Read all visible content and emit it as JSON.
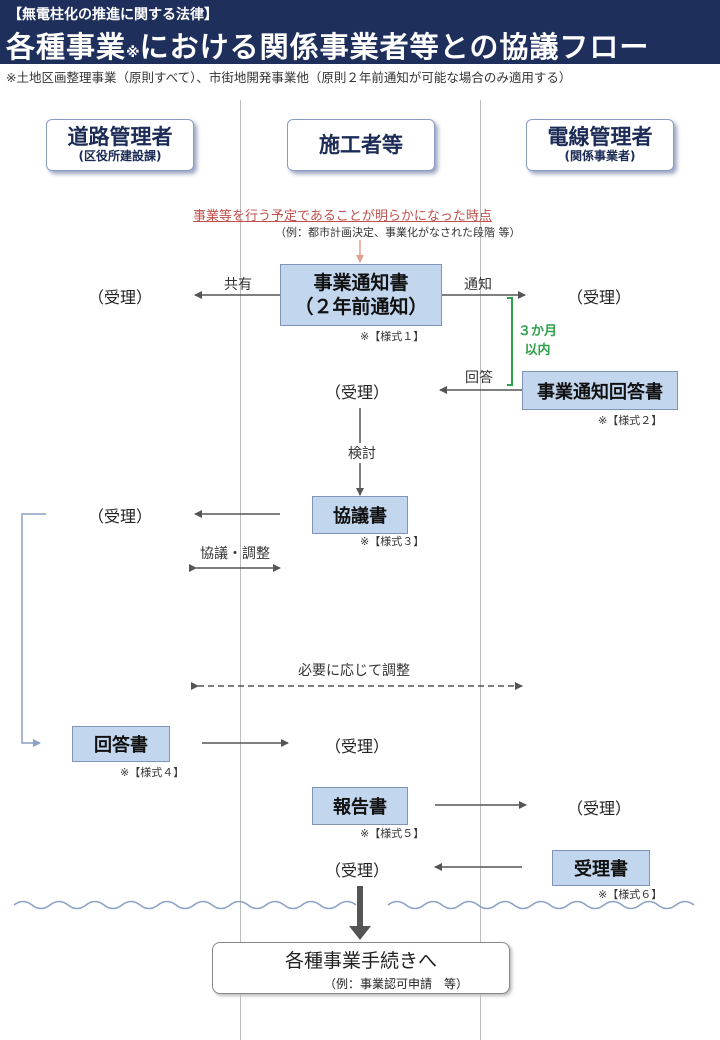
{
  "header": {
    "subtitle": "【無電柱化の推進に関する法律】",
    "title_main": "各種事業",
    "title_mark": "※",
    "title_rest": "における関係事業者等との協議フロー"
  },
  "note": "※土地区画整理事業（原則すべて）、市街地開発事業他（原則２年前通知が可能な場合のみ適用する）",
  "lanes": {
    "road": {
      "name": "道路管理者",
      "sub": "(区役所建設課)"
    },
    "builder": {
      "name": "施工者等"
    },
    "cable": {
      "name": "電線管理者",
      "sub": "(関係事業者)"
    }
  },
  "trigger": {
    "text": "事業等を行う予定であることが明らかになった時点",
    "example": "（例：都市計画決定、事業化がなされた段階 等）"
  },
  "docs": {
    "notice": {
      "line1": "事業通知書",
      "line2": "（２年前通知）",
      "form": "※【様式１】"
    },
    "notice_reply": {
      "label": "事業通知回答書",
      "form": "※【様式２】"
    },
    "consultation": {
      "label": "協議書",
      "form": "※【様式３】"
    },
    "answer": {
      "label": "回答書",
      "form": "※【様式４】"
    },
    "report": {
      "label": "報告書",
      "form": "※【様式５】"
    },
    "receipt": {
      "label": "受理書",
      "form": "※【様式６】"
    }
  },
  "received": "（受理）",
  "arrow_labels": {
    "share": "共有",
    "notify": "通知",
    "reply": "回答",
    "review": "検討",
    "consult_adjust": "協議・調整",
    "adjust_as_needed": "必要に応じて調整"
  },
  "deadline": {
    "line1": "３か月",
    "line2": "以内"
  },
  "final": {
    "title": "各種事業手続きへ",
    "example": "（例：事業認可申請　等）"
  }
}
